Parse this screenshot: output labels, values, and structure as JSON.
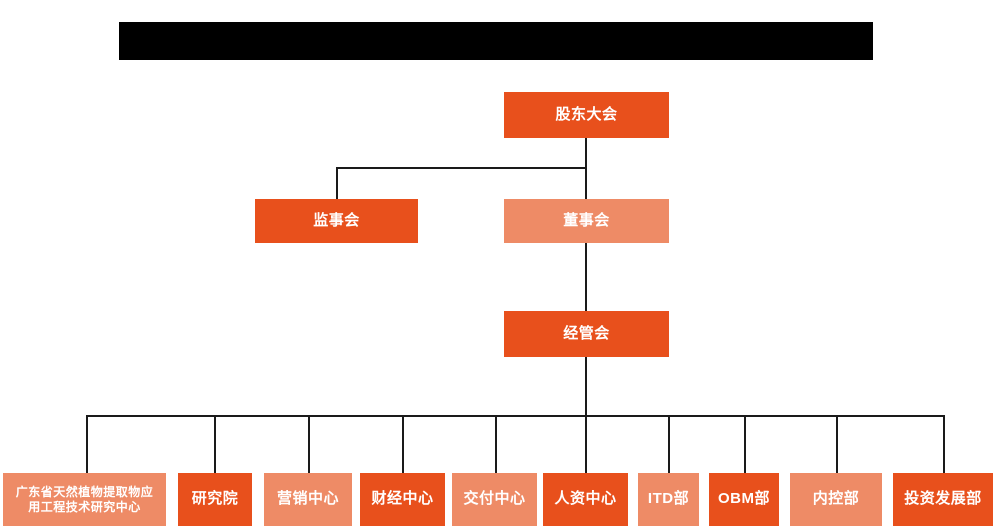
{
  "chart_data": {
    "type": "diagram",
    "diagram_type": "organization-chart",
    "title": "",
    "title_redacted": true,
    "colors": {
      "dark_orange": "#E8501C",
      "light_orange": "#EE8B66",
      "connector": "#1a1a1a",
      "redaction": "#000000",
      "background": "#ffffff",
      "text": "#ffffff"
    },
    "levels": [
      {
        "level": 1,
        "nodes": [
          "股东大会"
        ]
      },
      {
        "level": 2,
        "nodes": [
          "监事会",
          "董事会"
        ]
      },
      {
        "level": 3,
        "nodes": [
          "经管会"
        ]
      },
      {
        "level": 4,
        "nodes": [
          "广东省天然植物提取物应用工程技术研究中心",
          "研究院",
          "营销中心",
          "财经中心",
          "交付中心",
          "人资中心",
          "ITD部",
          "OBM部",
          "内控部",
          "投资发展部"
        ]
      }
    ],
    "edges": [
      {
        "from": "股东大会",
        "to": "监事会"
      },
      {
        "from": "股东大会",
        "to": "董事会"
      },
      {
        "from": "董事会",
        "to": "经管会"
      },
      {
        "from": "经管会",
        "to": "广东省天然植物提取物应用工程技术研究中心"
      },
      {
        "from": "经管会",
        "to": "研究院"
      },
      {
        "from": "经管会",
        "to": "营销中心"
      },
      {
        "from": "经管会",
        "to": "财经中心"
      },
      {
        "from": "经管会",
        "to": "交付中心"
      },
      {
        "from": "经管会",
        "to": "人资中心"
      },
      {
        "from": "经管会",
        "to": "ITD部"
      },
      {
        "from": "经管会",
        "to": "OBM部"
      },
      {
        "from": "经管会",
        "to": "内控部"
      },
      {
        "from": "经管会",
        "to": "投资发展部"
      }
    ]
  },
  "header": {
    "redacted_title": ""
  },
  "nodes": {
    "shareholders_meeting": {
      "label": "股东大会",
      "shade": "dark"
    },
    "board_of_supervisors": {
      "label": "监事会",
      "shade": "dark"
    },
    "board_of_directors": {
      "label": "董事会",
      "shade": "light"
    },
    "management_committee": {
      "label": "经管会",
      "shade": "dark"
    }
  },
  "departments": [
    {
      "label": "广东省天然植物提取物应\n用工程技术研究中心",
      "shade": "light"
    },
    {
      "label": "研究院",
      "shade": "dark"
    },
    {
      "label": "营销中心",
      "shade": "light"
    },
    {
      "label": "财经中心",
      "shade": "dark"
    },
    {
      "label": "交付中心",
      "shade": "light"
    },
    {
      "label": "人资中心",
      "shade": "dark"
    },
    {
      "label": "ITD部",
      "shade": "light"
    },
    {
      "label": "OBM部",
      "shade": "dark"
    },
    {
      "label": "内控部",
      "shade": "light"
    },
    {
      "label": "投资发展部",
      "shade": "dark"
    }
  ]
}
